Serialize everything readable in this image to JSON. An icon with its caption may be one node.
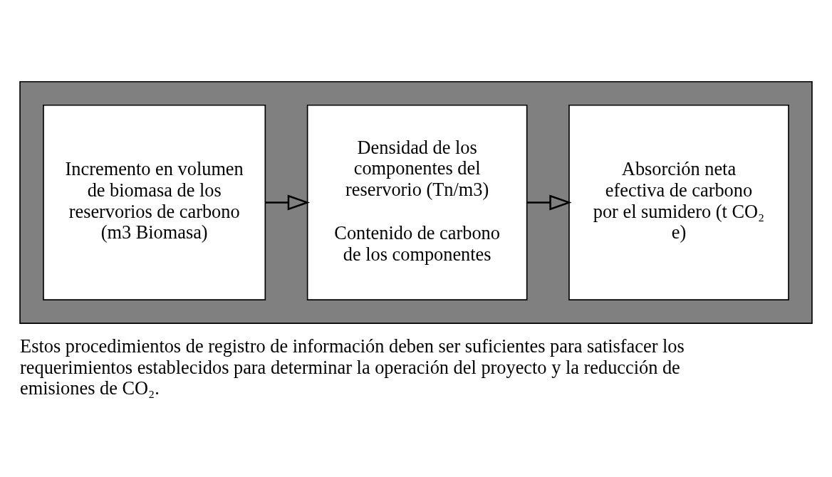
{
  "diagram": {
    "caption": "Estos procedimientos de registro de información deben ser suficientes para satisfacer los requerimientos establecidos para determinar la operación del proyecto y la reducción de emisiones de CO₂.",
    "nodes": [
      {
        "text": [],
        "shape": "band"
      },
      {
        "text": [
          "Incremento en volumen de biomasa de los reservorios de carbono (m3 Biomasa)"
        ],
        "in": 0
      },
      {
        "text": [
          "Densidad de los componentes del reservorio (Tn/m3)",
          "Contenido de carbono de los componentes"
        ],
        "in": 0
      },
      {
        "text": [
          "Absorción neta efectiva de carbono por el sumidero (t CO₂ e)"
        ],
        "in": 0
      }
    ],
    "edges": [
      {
        "from": 1,
        "to": 2,
        "arrow": "to"
      },
      {
        "from": 2,
        "to": 3,
        "arrow": "to"
      }
    ]
  }
}
